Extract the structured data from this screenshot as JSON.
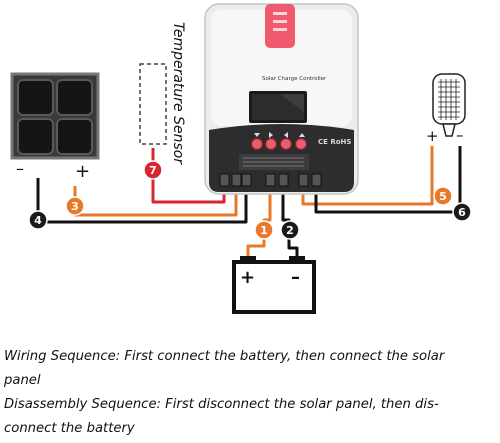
{
  "controller": {
    "label": "Solar Charge Controller",
    "certification": "CE RoHS",
    "accent_color": "#f05a6e"
  },
  "temperature_sensor": {
    "label": "Temperature Sensor"
  },
  "solar_panel": {
    "minus": "–",
    "plus": "+"
  },
  "load_lamp": {
    "plus": "+",
    "minus": "–"
  },
  "battery": {
    "plus": "+",
    "minus": "–"
  },
  "steps": [
    "1",
    "2",
    "3",
    "4",
    "5",
    "6",
    "7"
  ],
  "wire_colors": {
    "positive": "#e8792b",
    "negative": "#111111",
    "sensor": "#d9262e"
  },
  "captions": {
    "wiring_line1": "Wiring Sequence: First connect the battery, then connect the solar",
    "wiring_line2": "panel",
    "disassembly_line1": "Disassembly Sequence: First disconnect the solar panel, then dis-",
    "disassembly_line2": "connect the battery"
  }
}
